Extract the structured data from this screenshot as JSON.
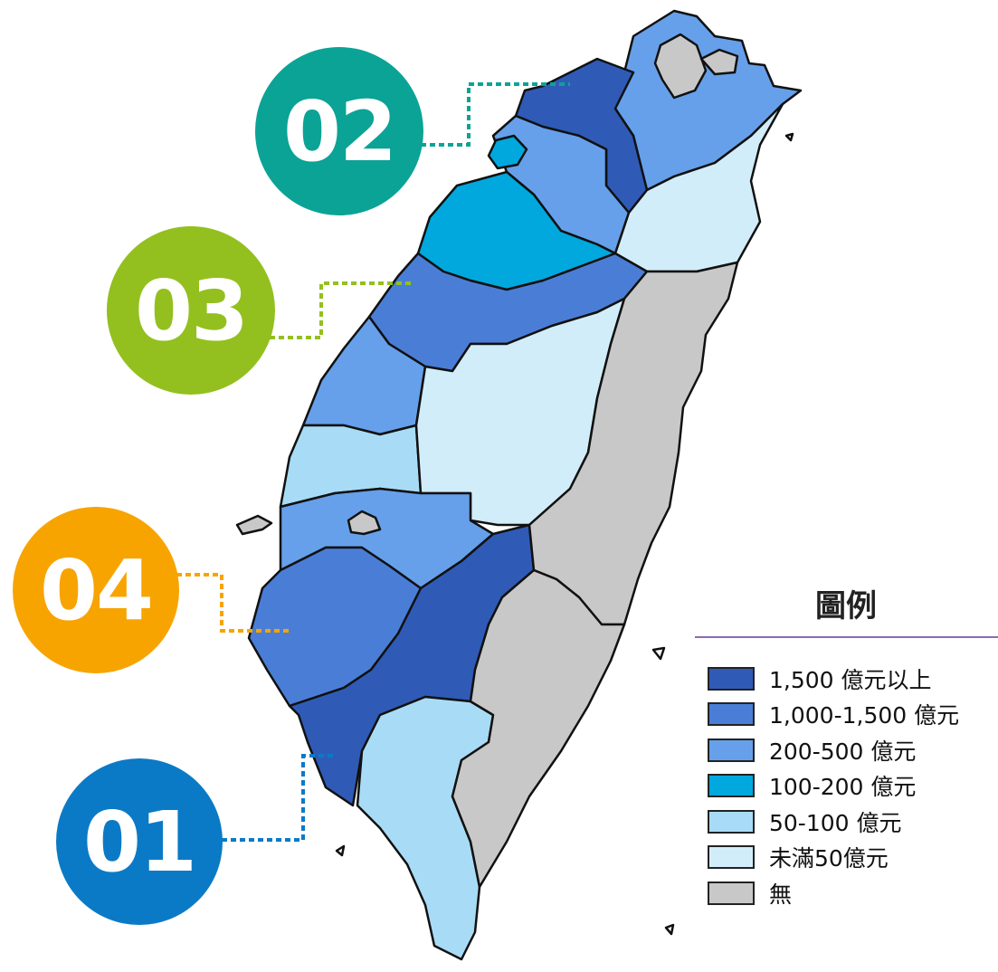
{
  "badges": [
    {
      "id": "02",
      "color": "#0ba396"
    },
    {
      "id": "03",
      "color": "#93c01f"
    },
    {
      "id": "04",
      "color": "#f7a400"
    },
    {
      "id": "01",
      "color": "#0b7ac6"
    }
  ],
  "legend": {
    "title": "圖例",
    "items": [
      {
        "label": "1,500 億元以上",
        "color": "#2f5bb7"
      },
      {
        "label": "1,000-1,500 億元",
        "color": "#4a7ed6"
      },
      {
        "label": "200-500 億元",
        "color": "#66a0ea"
      },
      {
        "label": "100-200 億元",
        "color": "#00a8de"
      },
      {
        "label": "50-100 億元",
        "color": "#a8dcf6"
      },
      {
        "label": "未滿50億元",
        "color": "#d2edfa"
      },
      {
        "label": "無",
        "color": "#c8c8c8"
      }
    ]
  }
}
